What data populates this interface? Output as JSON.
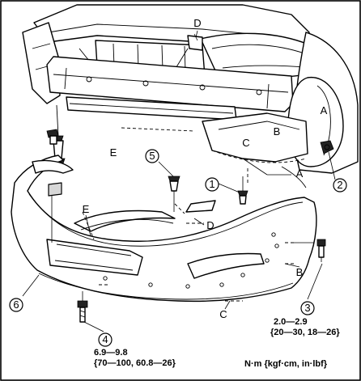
{
  "callouts": {
    "c1": "1",
    "c2": "2",
    "c3": "3",
    "c4": "4",
    "c5": "5",
    "c6": "6"
  },
  "letters": {
    "a_upper": "A",
    "a_lower": "A",
    "b_upper": "B",
    "b_lower": "B",
    "c_upper": "C",
    "c_lower": "C",
    "d_upper": "D",
    "d_lower": "D",
    "e_upper": "E",
    "e_lower": "E"
  },
  "specs": {
    "torque3_line1": "2.0—2.9",
    "torque3_line2": "{20—30, 18—26}",
    "torque4_line1": "6.9—9.8",
    "torque4_line2": "{70—100, 60.8—26}",
    "units": "N·m {kgf·cm, in·lbf}"
  }
}
